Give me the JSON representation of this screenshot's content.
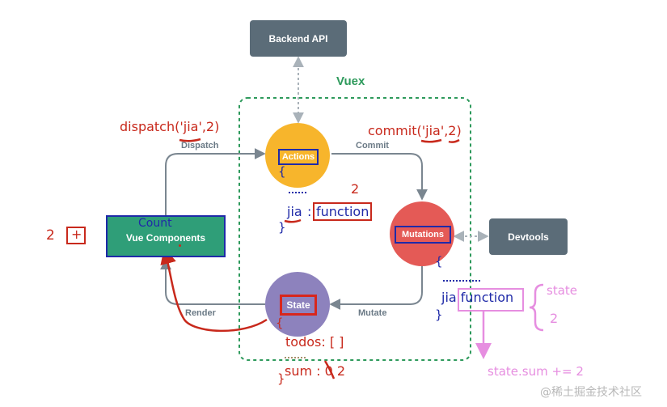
{
  "title": "Vuex",
  "boxes": {
    "backend": "Backend API",
    "devtools": "Devtools",
    "components": "Vue Components"
  },
  "nodes": {
    "actions": "Actions",
    "mutations": "Mutations",
    "state": "State"
  },
  "edges": {
    "dispatch": "Dispatch",
    "commit": "Commit",
    "mutate": "Mutate",
    "render": "Render"
  },
  "annotations": {
    "dispatch_call": "dispatch('jia',2)",
    "commit_call": "commit('jia',2)",
    "count_label": "Count",
    "count_value": "2",
    "plus_button": "+",
    "actions_open": "{",
    "actions_key": "jia",
    "actions_colon": ":",
    "actions_fn": "function",
    "actions_num": "2",
    "actions_close": "}",
    "mutations_open": "{",
    "mutations_fn": "jia function",
    "mutations_close": "}",
    "state_brace_label": "state",
    "state_brace_num": "2",
    "state_open": "{",
    "state_todos": "todos: [ ]",
    "state_sum": "sum : 0 2",
    "state_close": "}",
    "state_formula": "state.sum += 2"
  },
  "watermark": "@稀土掘金技术社区",
  "colors": {
    "dark_box": "#5b6c78",
    "components": "#2f9e78",
    "actions": "#f7b52c",
    "mutations": "#e45a56",
    "state": "#8d82bd",
    "vuex_green": "#2e9a5c",
    "red_ink": "#c8291c",
    "blue_ink": "#1f2aa8",
    "pink_ink": "#e68ee0"
  }
}
